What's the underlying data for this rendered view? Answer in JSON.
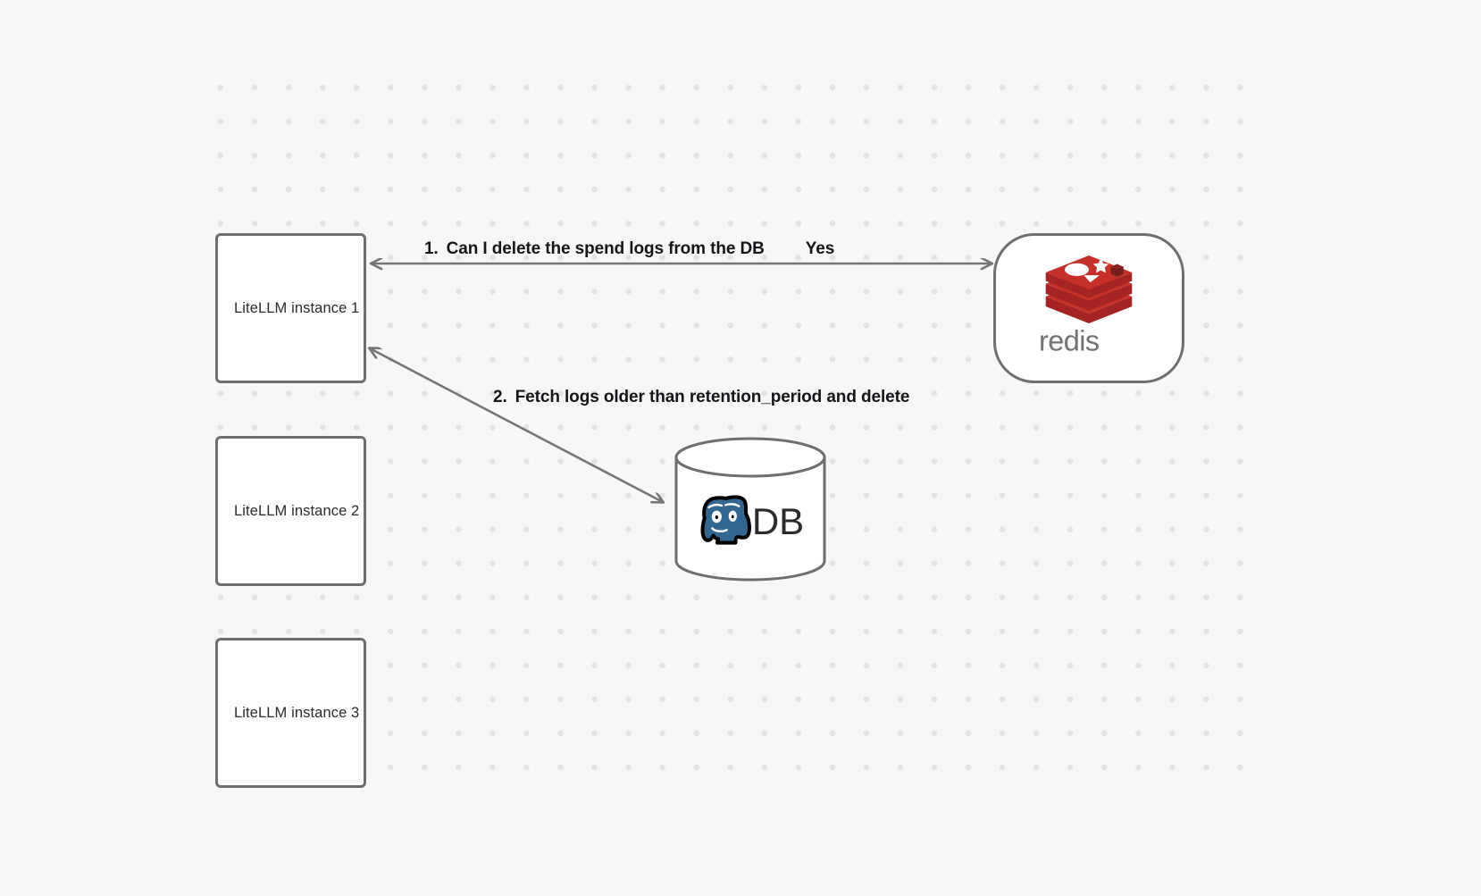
{
  "canvas": {
    "background_color": "#f7f7f7",
    "grid_dot_color": "#e3e3e3"
  },
  "nodes": [
    {
      "id": "litellm-1",
      "label": "LiteLLM instance 1",
      "shape": "rect",
      "border_color": "#6e6e6e",
      "fill": "#ffffff"
    },
    {
      "id": "litellm-2",
      "label": "LiteLLM instance 2",
      "shape": "rect",
      "border_color": "#6e6e6e",
      "fill": "#ffffff"
    },
    {
      "id": "litellm-3",
      "label": "LiteLLM instance 3",
      "shape": "rect",
      "border_color": "#6e6e6e",
      "fill": "#ffffff"
    },
    {
      "id": "redis",
      "label": "redis",
      "shape": "rounded-rect",
      "logo": "redis-logo",
      "logo_color": "#c6302b",
      "wordmark_color": "#737373"
    },
    {
      "id": "db",
      "label": "DB",
      "shape": "cylinder",
      "logo": "postgresql-elephant-icon",
      "logo_color": "#336791"
    }
  ],
  "edges": [
    {
      "id": "edge-1",
      "from": "litellm-1",
      "to": "redis",
      "direction": "bidirectional",
      "number": "1.",
      "label": "Can I delete the spend logs from the DB",
      "answer": "Yes",
      "color": "#757575"
    },
    {
      "id": "edge-2",
      "from": "litellm-1",
      "to": "db",
      "direction": "bidirectional",
      "number": "2.",
      "label": "Fetch logs older than retention_period and delete",
      "color": "#757575"
    }
  ]
}
